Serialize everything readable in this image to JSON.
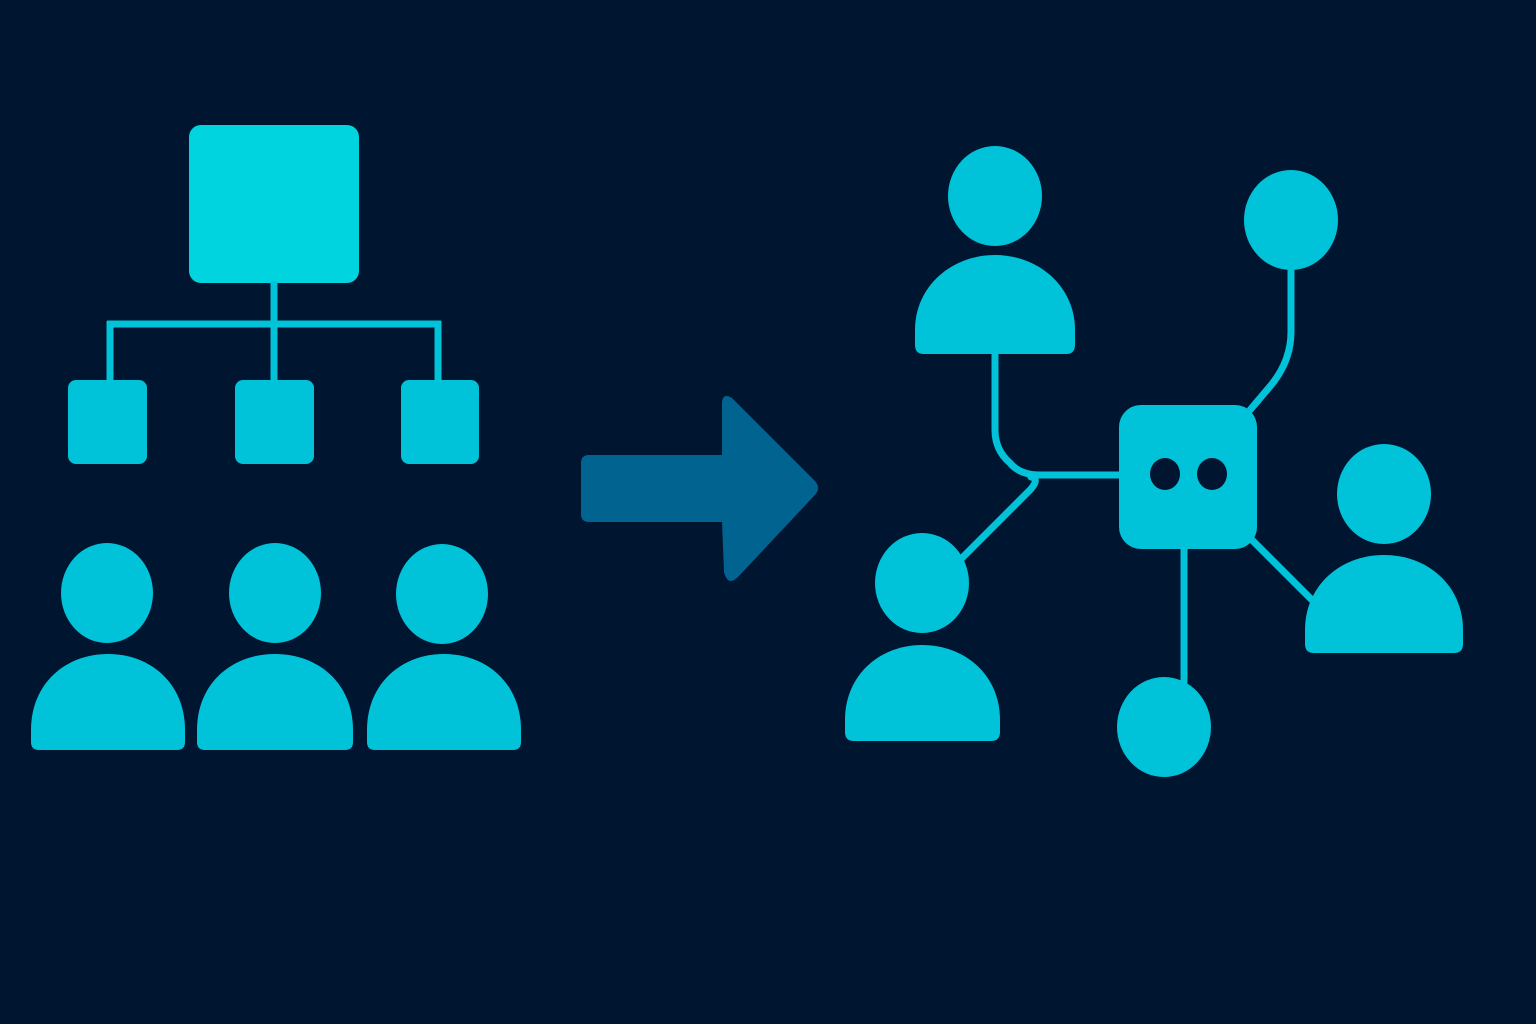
{
  "colors": {
    "background": "#001530",
    "shape_fill": "#00c2d9",
    "shape_fill_light": "#00d4df",
    "connector": "#00c2d9",
    "arrow": "#016390",
    "hub_eyes": "#001530"
  },
  "diagram": {
    "left_panel": {
      "kind": "hierarchy",
      "top_node": "manager-box",
      "child_nodes": [
        "team-box-left",
        "team-box-center",
        "team-box-right"
      ],
      "people": [
        "person-left",
        "person-center",
        "person-right"
      ]
    },
    "transition": {
      "kind": "arrow",
      "direction": "right"
    },
    "right_panel": {
      "kind": "network",
      "hub": "ai-hub",
      "members": [
        "person-top-left",
        "person-bottom-left",
        "person-right",
        "node-top-right",
        "node-bottom"
      ]
    }
  }
}
